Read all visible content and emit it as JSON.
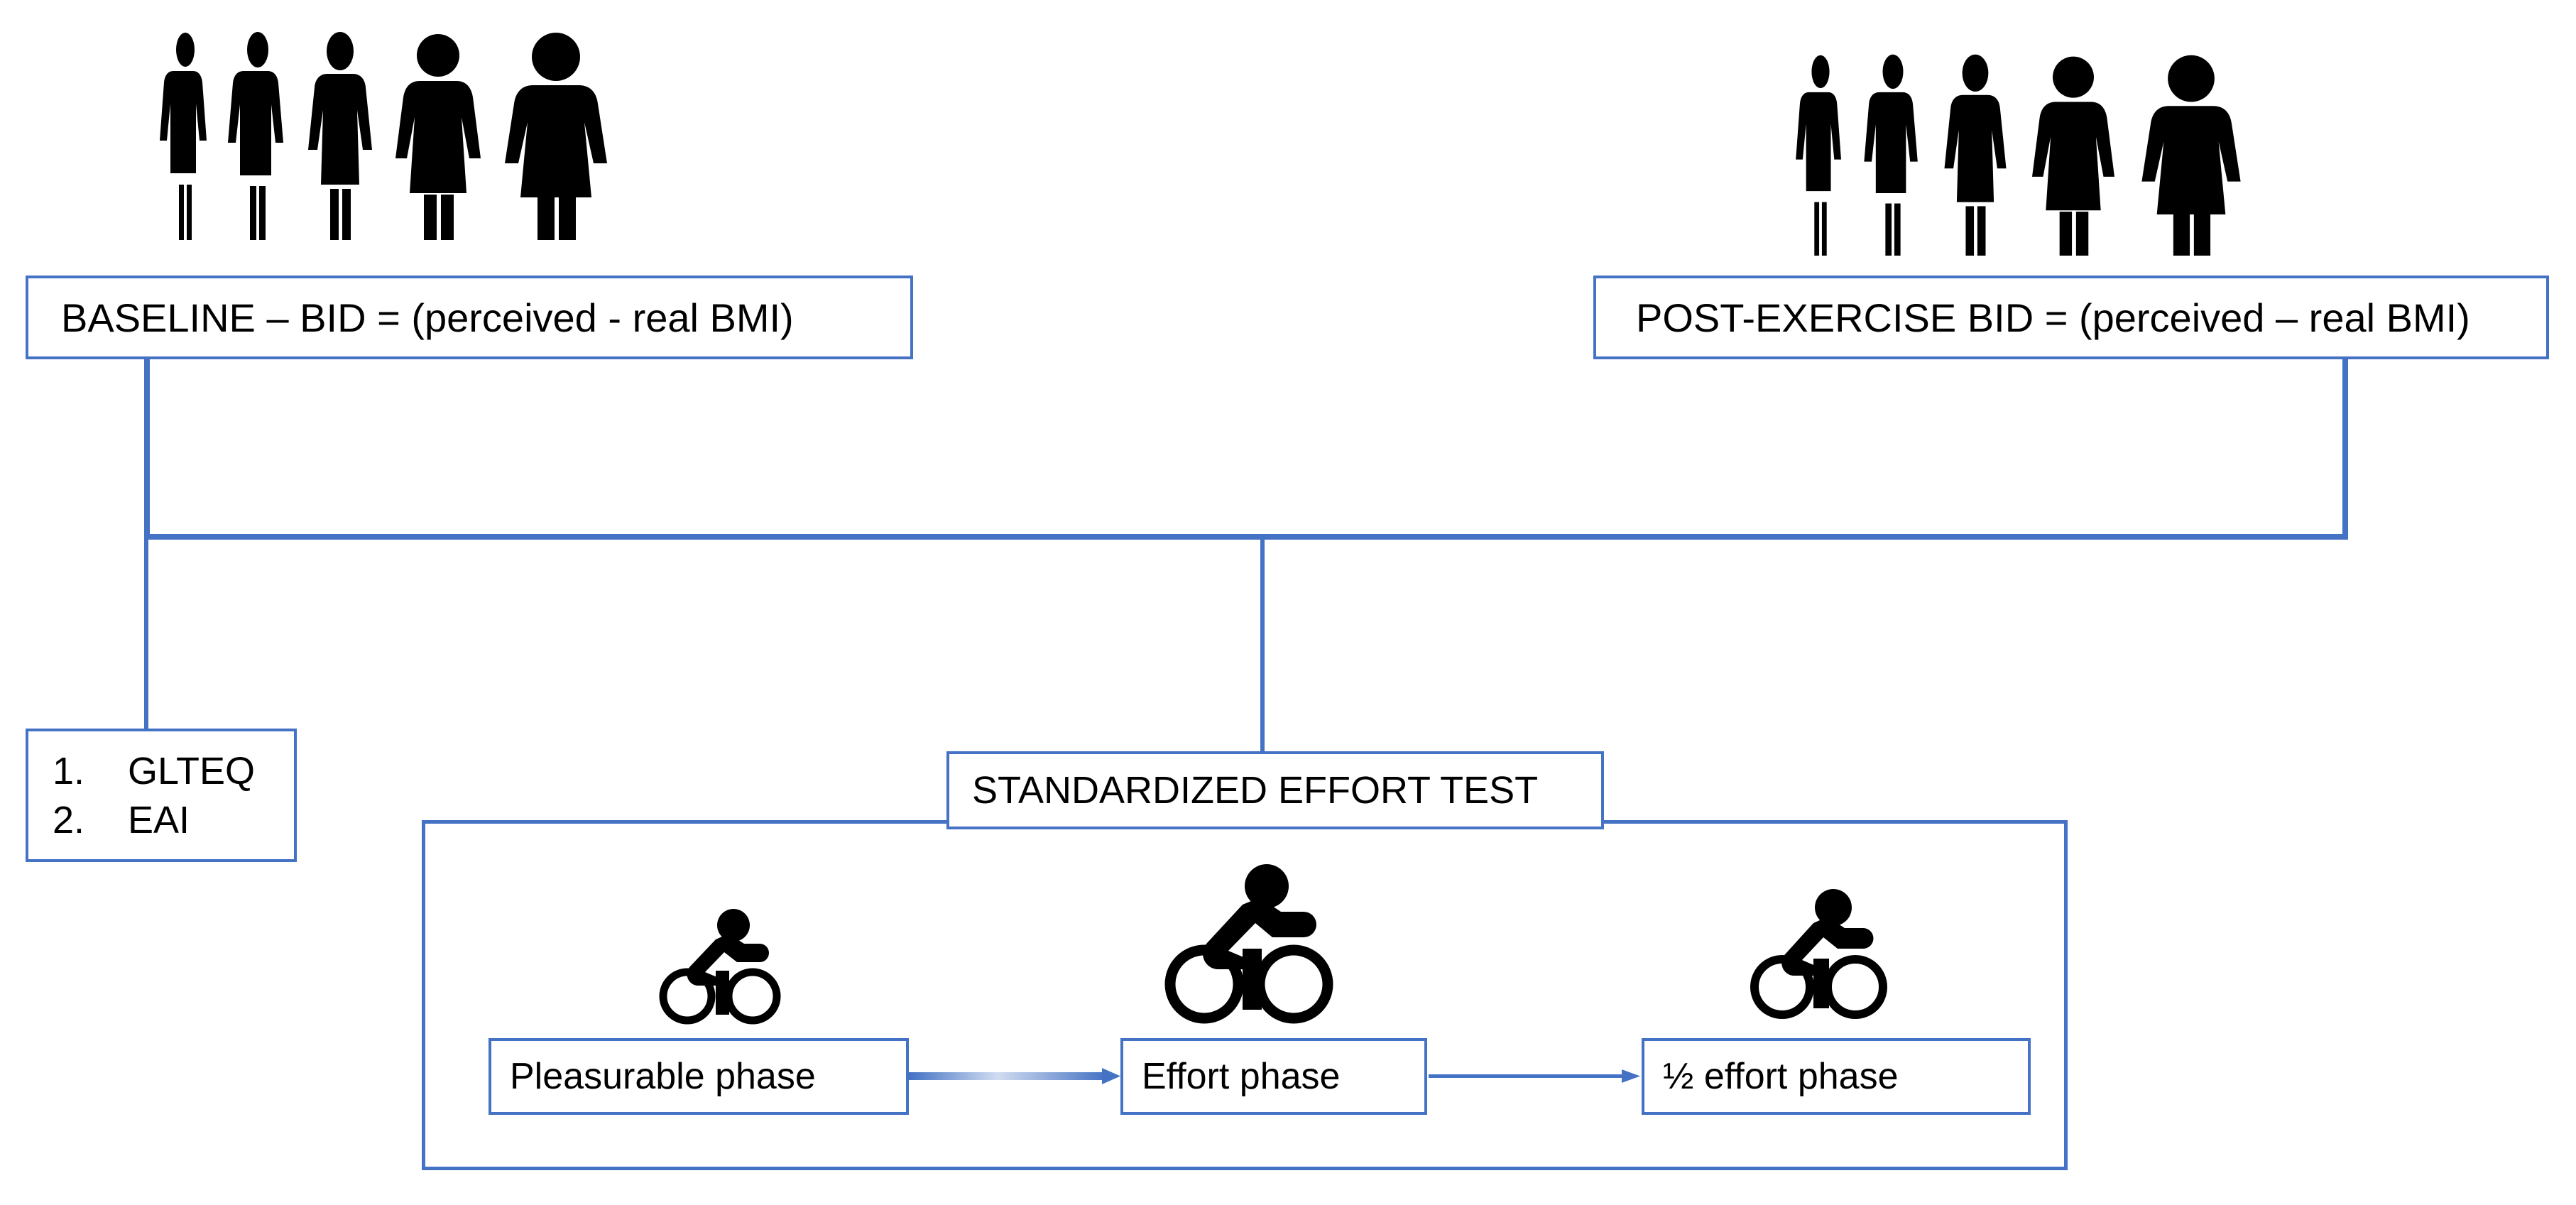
{
  "meta": {
    "diagram_type": "study-protocol-flowchart",
    "accent_color": "#4472C4",
    "text_color": "#000000",
    "background_color": "#FFFFFF"
  },
  "figure_groups": [
    {
      "name": "baseline-silhouettes",
      "icon": "female-body-silhouette-scale",
      "count": 5,
      "sizes": [
        "thinnest",
        "thin",
        "normal",
        "overweight",
        "obese"
      ]
    },
    {
      "name": "post-exercise-silhouettes",
      "icon": "female-body-silhouette-scale",
      "count": 5,
      "sizes": [
        "thinnest",
        "thin",
        "normal",
        "overweight",
        "obese"
      ]
    }
  ],
  "boxes": {
    "baseline": {
      "label": "BASELINE – BID = (perceived - real BMI)"
    },
    "post_exercise": {
      "label": "POST-EXERCISE BID = (perceived – real BMI)"
    },
    "standardized_effort_test": {
      "label": "STANDARDIZED EFFORT TEST"
    }
  },
  "questionnaire_list": {
    "name": "baseline-questionnaires",
    "items": [
      {
        "number": "1.",
        "label": "GLTEQ"
      },
      {
        "number": "2.",
        "label": "EAI"
      }
    ]
  },
  "effort_test": {
    "cyclist_icons": [
      {
        "name": "cyclist-icon-small",
        "size": "small"
      },
      {
        "name": "cyclist-icon-large",
        "size": "large"
      },
      {
        "name": "cyclist-icon-medium",
        "size": "medium"
      }
    ],
    "phases": [
      {
        "label": "Pleasurable phase"
      },
      {
        "label": "Effort phase"
      },
      {
        "label": "½ effort phase"
      }
    ],
    "arrows": [
      {
        "name": "arrow-pleasurable-to-effort",
        "style": "gradient"
      },
      {
        "name": "arrow-effort-to-half-effort",
        "style": "solid"
      }
    ]
  }
}
